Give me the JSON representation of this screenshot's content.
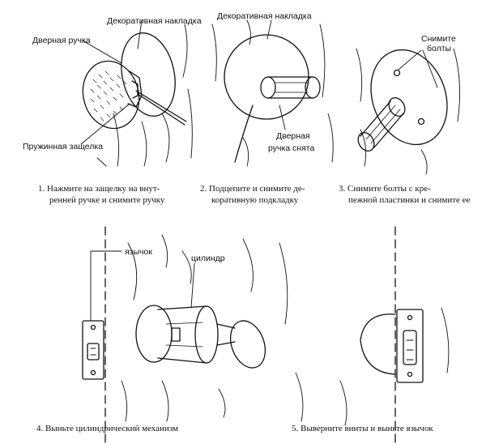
{
  "labels": {
    "door_handle": "Дверная ручка",
    "decor_plate_1": "Декоративная накладка",
    "decor_plate_2": "Декоративная накладка",
    "spring_latch": "Пружинная защелка",
    "remove_bolts_1": "Снимите",
    "remove_bolts_2": "болты",
    "handle_removed_1": "Дверная",
    "handle_removed_2": "ручка снята",
    "tongue": "язычок",
    "cylinder": "цилиндр"
  },
  "captions": {
    "step1": [
      "1. Нажмите на защелку на  внут-",
      "ренней ручке и снимите ручку"
    ],
    "step2": [
      "2. Подцепите и снимите де-",
      "коративную подкладку"
    ],
    "step3": [
      "3. Снимите болты с кре-",
      "пежной пластинки и снимите ее"
    ],
    "step4": [
      "4. Выньте цилиндрический механизм"
    ],
    "step5": [
      "5. Выверните винты и выньте язычок"
    ]
  }
}
